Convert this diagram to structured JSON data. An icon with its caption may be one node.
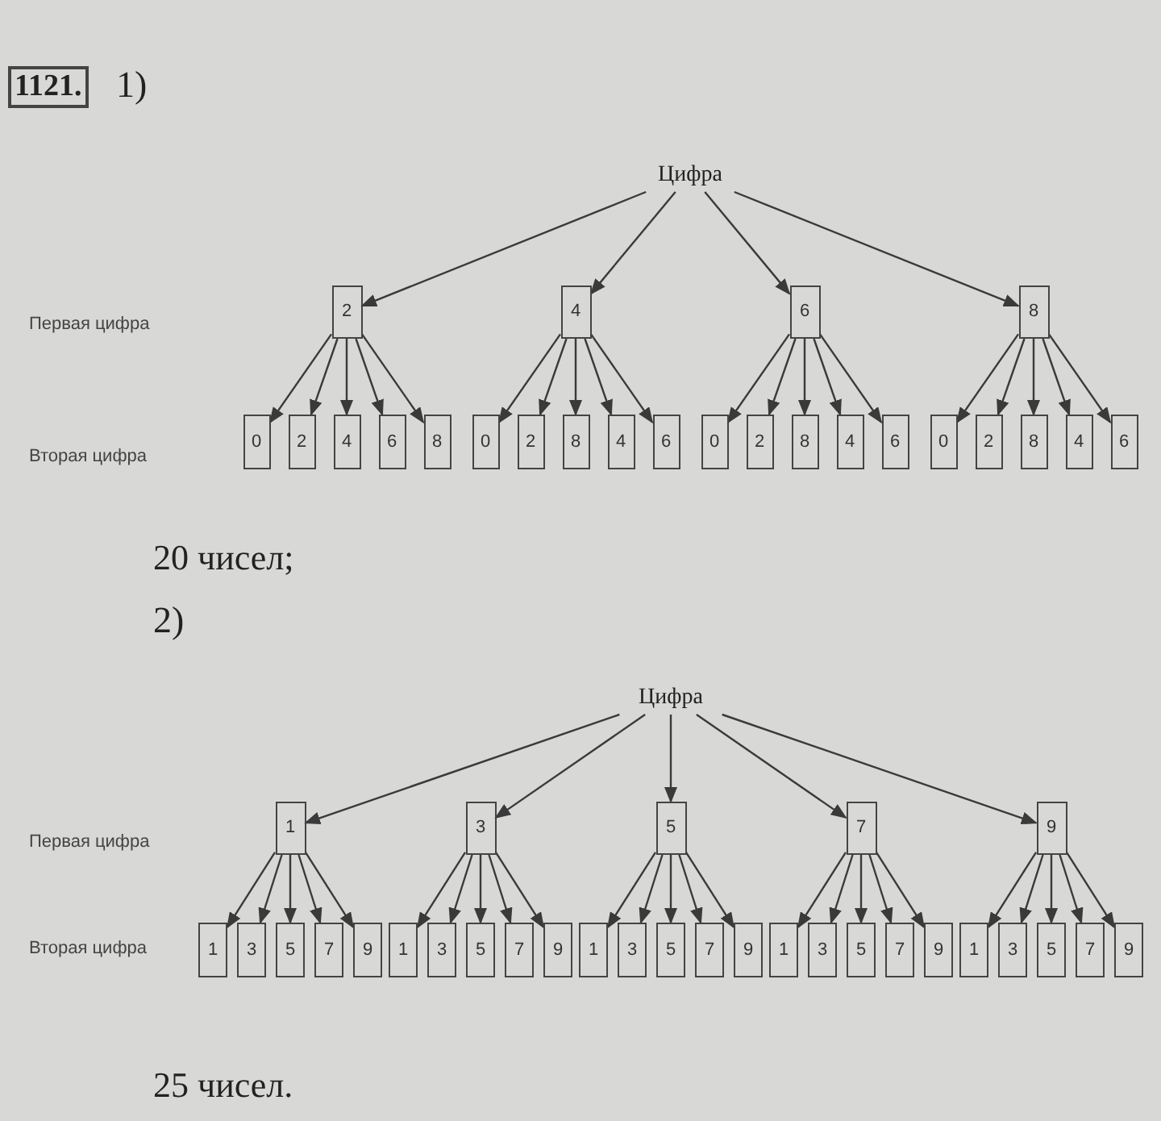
{
  "diagram": {
    "nodes": [
      {
        "text": [
          "Цифра"
        ]
      },
      {
        "text": [
          "2"
        ]
      },
      {
        "text": [
          "4"
        ]
      },
      {
        "text": [
          "6"
        ]
      },
      {
        "text": [
          "8"
        ]
      },
      {
        "text": [
          "0"
        ]
      },
      {
        "text": [
          "2"
        ]
      },
      {
        "text": [
          "4"
        ]
      },
      {
        "text": [
          "6"
        ]
      },
      {
        "text": [
          "8"
        ]
      },
      {
        "text": [
          "0"
        ]
      },
      {
        "text": [
          "2"
        ]
      },
      {
        "text": [
          "8"
        ]
      },
      {
        "text": [
          "4"
        ]
      },
      {
        "text": [
          "6"
        ]
      },
      {
        "text": [
          "0"
        ]
      },
      {
        "text": [
          "2"
        ]
      },
      {
        "text": [
          "8"
        ]
      },
      {
        "text": [
          "4"
        ]
      },
      {
        "text": [
          "6"
        ]
      },
      {
        "text": [
          "0"
        ]
      },
      {
        "text": [
          "2"
        ]
      },
      {
        "text": [
          "8"
        ]
      },
      {
        "text": [
          "4"
        ]
      },
      {
        "text": [
          "6"
        ]
      },
      {
        "text": [
          "Цифра"
        ]
      },
      {
        "text": [
          "1"
        ]
      },
      {
        "text": [
          "3"
        ]
      },
      {
        "text": [
          "5"
        ]
      },
      {
        "text": [
          "7"
        ]
      },
      {
        "text": [
          "9"
        ]
      },
      {
        "text": [
          "1"
        ]
      },
      {
        "text": [
          "3"
        ]
      },
      {
        "text": [
          "5"
        ]
      },
      {
        "text": [
          "7"
        ]
      },
      {
        "text": [
          "9"
        ]
      },
      {
        "text": [
          "1"
        ]
      },
      {
        "text": [
          "3"
        ]
      },
      {
        "text": [
          "5"
        ]
      },
      {
        "text": [
          "7"
        ]
      },
      {
        "text": [
          "9"
        ]
      },
      {
        "text": [
          "1"
        ]
      },
      {
        "text": [
          "3"
        ]
      },
      {
        "text": [
          "5"
        ]
      },
      {
        "text": [
          "7"
        ]
      },
      {
        "text": [
          "9"
        ]
      },
      {
        "text": [
          "1"
        ]
      },
      {
        "text": [
          "3"
        ]
      },
      {
        "text": [
          "5"
        ]
      },
      {
        "text": [
          "7"
        ]
      },
      {
        "text": [
          "9"
        ]
      },
      {
        "text": [
          "1"
        ]
      },
      {
        "text": [
          "3"
        ]
      },
      {
        "text": [
          "5"
        ]
      },
      {
        "text": [
          "7"
        ]
      },
      {
        "text": [
          "9"
        ]
      }
    ],
    "edges": [
      {
        "from": 0,
        "to": 1,
        "arrow": "to"
      },
      {
        "from": 0,
        "to": 2,
        "arrow": "to"
      },
      {
        "from": 0,
        "to": 3,
        "arrow": "to"
      },
      {
        "from": 0,
        "to": 4,
        "arrow": "to"
      },
      {
        "from": 1,
        "to": 5,
        "arrow": "to"
      },
      {
        "from": 1,
        "to": 6,
        "arrow": "to"
      },
      {
        "from": 1,
        "to": 7,
        "arrow": "to"
      },
      {
        "from": 1,
        "to": 8,
        "arrow": "to"
      },
      {
        "from": 1,
        "to": 9,
        "arrow": "to"
      },
      {
        "from": 2,
        "to": 10,
        "arrow": "to"
      },
      {
        "from": 2,
        "to": 11,
        "arrow": "to"
      },
      {
        "from": 2,
        "to": 12,
        "arrow": "to"
      },
      {
        "from": 2,
        "to": 13,
        "arrow": "to"
      },
      {
        "from": 2,
        "to": 14,
        "arrow": "to"
      },
      {
        "from": 3,
        "to": 15,
        "arrow": "to"
      },
      {
        "from": 3,
        "to": 16,
        "arrow": "to"
      },
      {
        "from": 3,
        "to": 17,
        "arrow": "to"
      },
      {
        "from": 3,
        "to": 18,
        "arrow": "to"
      },
      {
        "from": 3,
        "to": 19,
        "arrow": "to"
      },
      {
        "from": 4,
        "to": 20,
        "arrow": "to"
      },
      {
        "from": 4,
        "to": 21,
        "arrow": "to"
      },
      {
        "from": 4,
        "to": 22,
        "arrow": "to"
      },
      {
        "from": 4,
        "to": 23,
        "arrow": "to"
      },
      {
        "from": 4,
        "to": 24,
        "arrow": "to"
      },
      {
        "from": 25,
        "to": 26,
        "arrow": "to"
      },
      {
        "from": 25,
        "to": 27,
        "arrow": "to"
      },
      {
        "from": 25,
        "to": 28,
        "arrow": "to"
      },
      {
        "from": 25,
        "to": 29,
        "arrow": "to"
      },
      {
        "from": 25,
        "to": 30,
        "arrow": "to"
      },
      {
        "from": 26,
        "to": 31,
        "arrow": "to"
      },
      {
        "from": 26,
        "to": 32,
        "arrow": "to"
      },
      {
        "from": 26,
        "to": 33,
        "arrow": "to"
      },
      {
        "from": 26,
        "to": 34,
        "arrow": "to"
      },
      {
        "from": 26,
        "to": 35,
        "arrow": "to"
      },
      {
        "from": 27,
        "to": 36,
        "arrow": "to"
      },
      {
        "from": 27,
        "to": 37,
        "arrow": "to"
      },
      {
        "from": 27,
        "to": 38,
        "arrow": "to"
      },
      {
        "from": 27,
        "to": 39,
        "arrow": "to"
      },
      {
        "from": 27,
        "to": 40,
        "arrow": "to"
      },
      {
        "from": 28,
        "to": 41,
        "arrow": "to"
      },
      {
        "from": 28,
        "to": 42,
        "arrow": "to"
      },
      {
        "from": 28,
        "to": 43,
        "arrow": "to"
      },
      {
        "from": 28,
        "to": 44,
        "arrow": "to"
      },
      {
        "from": 28,
        "to": 45,
        "arrow": "to"
      },
      {
        "from": 29,
        "to": 46,
        "arrow": "to"
      },
      {
        "from": 29,
        "to": 47,
        "arrow": "to"
      },
      {
        "from": 29,
        "to": 48,
        "arrow": "to"
      },
      {
        "from": 29,
        "to": 49,
        "arrow": "to"
      },
      {
        "from": 29,
        "to": 50,
        "arrow": "to"
      },
      {
        "from": 30,
        "to": 51,
        "arrow": "to"
      },
      {
        "from": 30,
        "to": 52,
        "arrow": "to"
      },
      {
        "from": 30,
        "to": 53,
        "arrow": "to"
      },
      {
        "from": 30,
        "to": 54,
        "arrow": "to"
      },
      {
        "from": 30,
        "to": 55,
        "arrow": "to"
      }
    ],
    "labels": [
      "1121.",
      "1)",
      "Первая цифра",
      "Вторая цифра",
      "20 чисел;",
      "2)",
      "Первая цифра",
      "Вторая цифра",
      "25 чисел."
    ]
  }
}
